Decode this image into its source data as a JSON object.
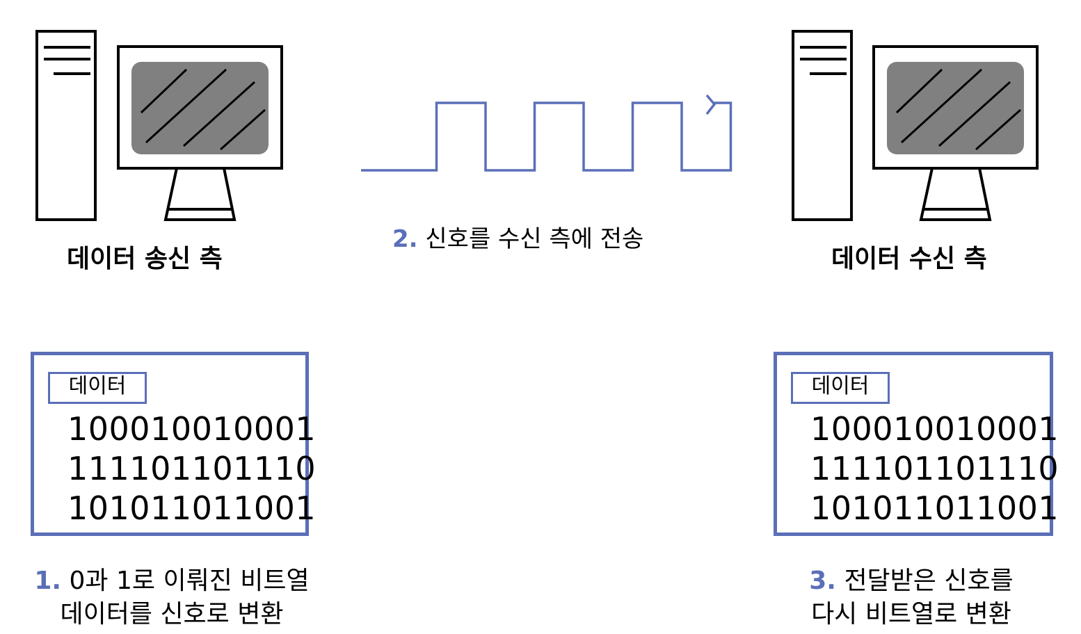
{
  "sender": {
    "label": "데이터 송신 측",
    "box": {
      "tag": "데이터",
      "bits": [
        "100010010001",
        "111101101110",
        "101011011001"
      ]
    },
    "step": {
      "number": "1.",
      "line1": "0과 1로 이뤄진 비트열",
      "line2": "데이터를 신호로 변환"
    }
  },
  "signal": {
    "step_number": "2.",
    "caption": "신호를 수신 측에 전송",
    "levels": [
      0,
      1,
      0,
      1,
      0,
      1,
      0,
      1
    ]
  },
  "receiver": {
    "label": "데이터 수신 측",
    "box": {
      "tag": "데이터",
      "bits": [
        "100010010001",
        "111101101110",
        "101011011001"
      ]
    },
    "step": {
      "number": "3.",
      "line1": "전달받은 신호를",
      "line2": "다시 비트열로 변환"
    }
  },
  "colors": {
    "accent": "#5b6fb8",
    "screen": "#808080",
    "line": "#000000"
  },
  "icons": [
    "computer-icon",
    "arrow-right-icon"
  ]
}
